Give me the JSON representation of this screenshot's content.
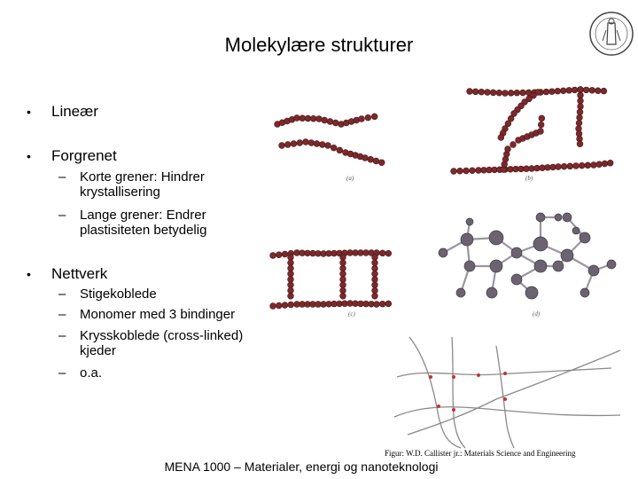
{
  "slide": {
    "title": "Molekylære strukturer",
    "bullets": [
      {
        "marker": "•",
        "text": "Lineær"
      },
      {
        "marker": "•",
        "text": "Forgrenet"
      },
      {
        "marker": "•",
        "text": "Nettverk"
      }
    ],
    "forgrenet_sub": [
      {
        "dash": "–",
        "line1": "Korte grener: Hindrer",
        "line2": "krystallisering"
      },
      {
        "dash": "–",
        "line1": "Lange grener: Endrer",
        "line2": "plastisiteten betydelig"
      }
    ],
    "nettverk_sub": [
      {
        "dash": "–",
        "line1": "Stigekoblede"
      },
      {
        "dash": "–",
        "line1": "Monomer med 3 bindinger"
      },
      {
        "dash": "–",
        "line1": "Krysskoblede (cross-linked)",
        "line2": "kjeder"
      },
      {
        "dash": "–",
        "line1": "o.a."
      }
    ],
    "figure_captions": {
      "a": "(a)",
      "b": "(b)",
      "c": "(c)",
      "d": "(d)"
    },
    "credit": "Figur: W.D. Callister jr.: Materials Science and Engineering",
    "footer": "MENA 1000 – Materialer, energi og nanoteknologi"
  },
  "colors": {
    "bead": "#7a2a2c",
    "atom": "#6b6470",
    "network": "#8a8a8a",
    "node": "#c83030"
  },
  "icons": {
    "logo": "university-seal-icon"
  }
}
